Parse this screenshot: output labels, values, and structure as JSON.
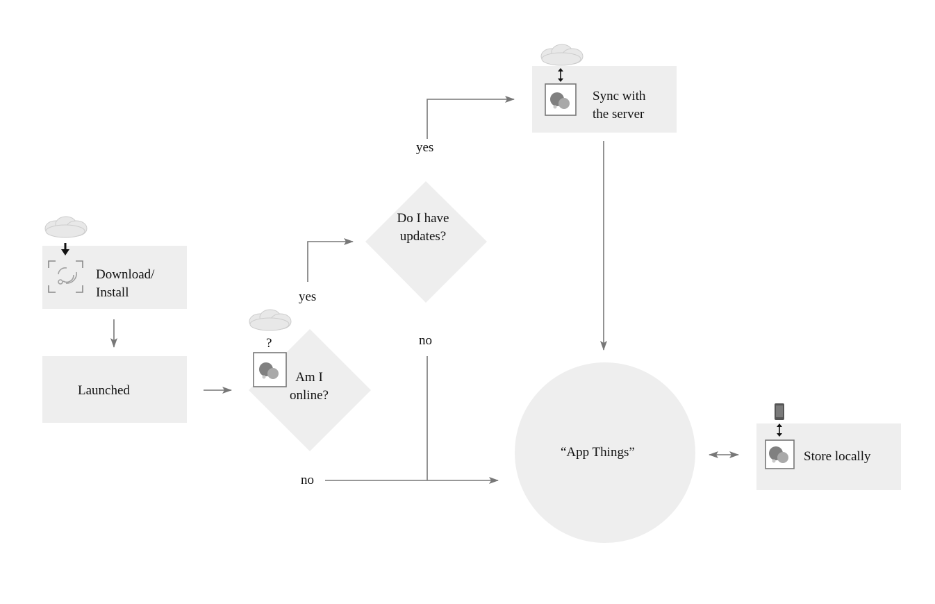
{
  "nodes": {
    "download": {
      "label": "Download/ Install"
    },
    "launched": {
      "label": "Launched"
    },
    "online": {
      "label": "Am I online?",
      "badge": "?"
    },
    "updates": {
      "label": "Do I have updates?"
    },
    "sync": {
      "label": "Sync with the server"
    },
    "app": {
      "label": "“App Things”"
    },
    "store": {
      "label": "Store locally"
    }
  },
  "edges": {
    "online_yes": "yes",
    "online_no": "no",
    "updates_yes": "yes",
    "updates_no": "no"
  },
  "icons": {
    "cloud": "cloud-icon",
    "download_arrow": "download-arrow-icon",
    "install_frame": "install-frame-icon",
    "app": "app-icon",
    "sync_arrow": "two-way-arrow-icon",
    "phone": "phone-icon"
  },
  "colors": {
    "shape_fill": "#eeeeee",
    "line": "#777777",
    "icon_fill": "#808080",
    "icon_light": "#a9a9a9",
    "cloud": "#e8e8e8",
    "text": "#111111"
  }
}
